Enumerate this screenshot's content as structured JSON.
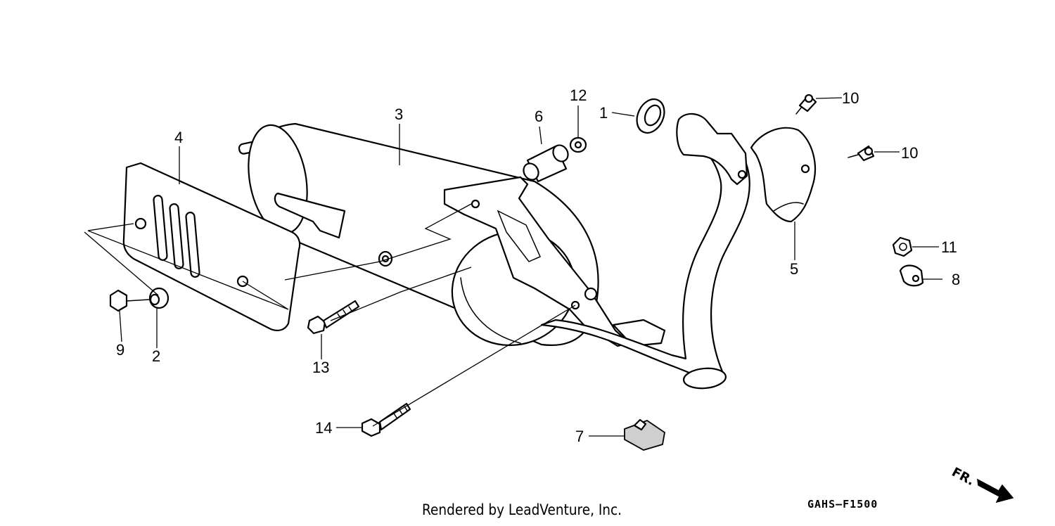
{
  "callouts": {
    "c1": "1",
    "c2": "2",
    "c3": "3",
    "c4": "4",
    "c5": "5",
    "c6": "6",
    "c7": "7",
    "c8": "8",
    "c9": "9",
    "c10a": "10",
    "c10b": "10",
    "c11": "11",
    "c12": "12",
    "c13": "13",
    "c14": "14"
  },
  "direction_label": "FR.",
  "diagram_code": "GAHS—F1500",
  "credit": "Rendered by LeadVenture, Inc."
}
